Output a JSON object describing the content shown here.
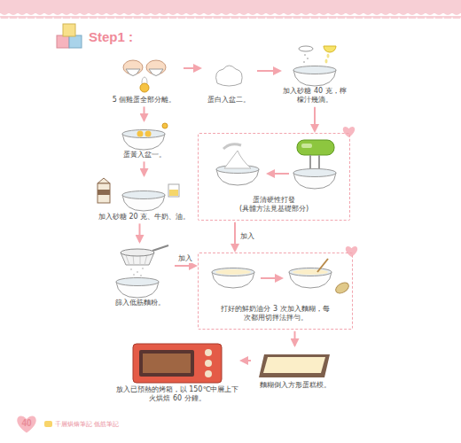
{
  "diagram": {
    "title": "Step1 :",
    "nodes": [
      {
        "text": [
          "5 個雞蛋全部分離。"
        ]
      },
      {
        "text": [
          "蛋白入盆二。"
        ]
      },
      {
        "text": [
          "加入砂糖 40 克，檸檬汁幾滴。"
        ]
      },
      {
        "text": [
          "蛋黃入盆一。"
        ]
      },
      {
        "text": [
          "蛋清硬性打發 (具體方法見基礎部分)"
        ]
      },
      {
        "text": [
          "加入砂糖 20 克、牛奶、油。"
        ]
      },
      {
        "text": [
          "篩入低筋麵粉。"
        ]
      },
      {
        "text": [
          "打好的鮮奶油分 3 次加入麵糊，每次都用切拌法拌勻。"
        ]
      },
      {
        "text": [
          "麵糊倒入方形蛋糕模。"
        ]
      },
      {
        "text": [
          "放入已預熱的烤箱，以 150℃中層上下火烘焙 60 分鐘。"
        ]
      }
    ],
    "edges": [
      {
        "from": 0,
        "to": 1,
        "arrow": "to"
      },
      {
        "from": 1,
        "to": 2,
        "arrow": "to"
      },
      {
        "from": 0,
        "to": 3,
        "arrow": "to"
      },
      {
        "from": 2,
        "to": 4,
        "arrow": "to"
      },
      {
        "from": 3,
        "to": 5,
        "arrow": "to"
      },
      {
        "from": 5,
        "to": 6,
        "arrow": "to"
      },
      {
        "from": 4,
        "to": 7,
        "label": "加入",
        "arrow": "to"
      },
      {
        "from": 6,
        "to": 7,
        "label": "加入",
        "arrow": "to"
      },
      {
        "from": 7,
        "to": 8,
        "arrow": "to"
      },
      {
        "from": 8,
        "to": 9,
        "arrow": "to"
      }
    ],
    "labels": [
      "40",
      "千層烘焙筆記 低筋筆記"
    ]
  }
}
